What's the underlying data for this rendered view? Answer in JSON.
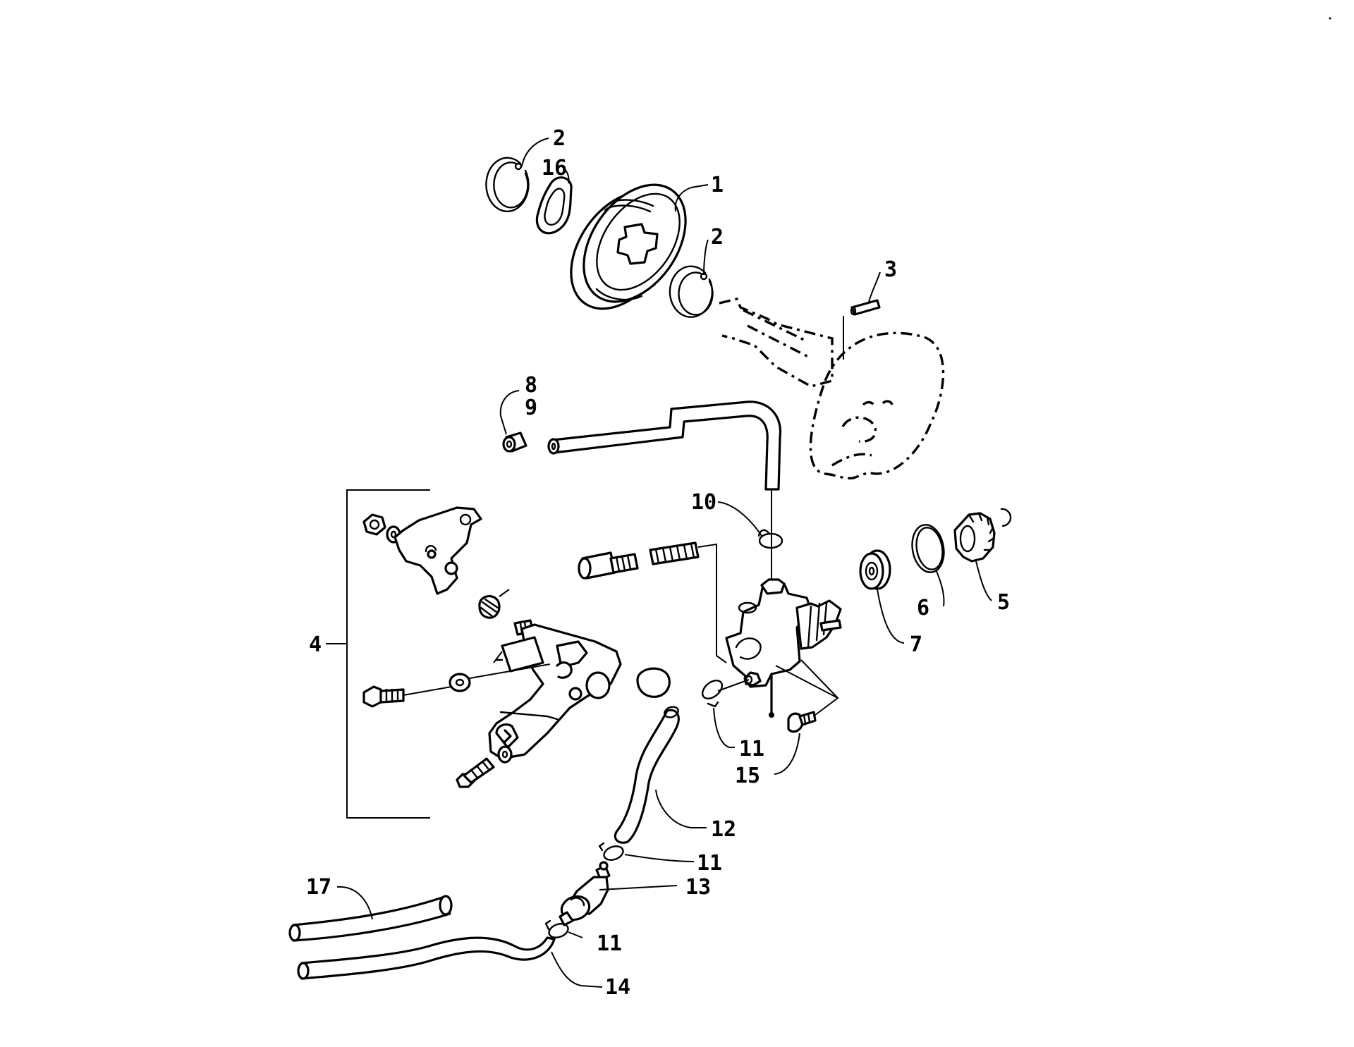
{
  "callouts": [
    {
      "id": "c1",
      "label": "1"
    },
    {
      "id": "c2a",
      "label": "2"
    },
    {
      "id": "c2b",
      "label": "2"
    },
    {
      "id": "c3",
      "label": "3"
    },
    {
      "id": "c4",
      "label": "4"
    },
    {
      "id": "c5",
      "label": "5"
    },
    {
      "id": "c6",
      "label": "6"
    },
    {
      "id": "c7",
      "label": "7"
    },
    {
      "id": "c8",
      "label": "8"
    },
    {
      "id": "c9",
      "label": "9"
    },
    {
      "id": "c10",
      "label": "10"
    },
    {
      "id": "c11a",
      "label": "11"
    },
    {
      "id": "c11b",
      "label": "11"
    },
    {
      "id": "c11c",
      "label": "11"
    },
    {
      "id": "c12",
      "label": "12"
    },
    {
      "id": "c13",
      "label": "13"
    },
    {
      "id": "c14",
      "label": "14"
    },
    {
      "id": "c15",
      "label": "15"
    },
    {
      "id": "c16",
      "label": "16"
    },
    {
      "id": "c17",
      "label": "17"
    }
  ]
}
